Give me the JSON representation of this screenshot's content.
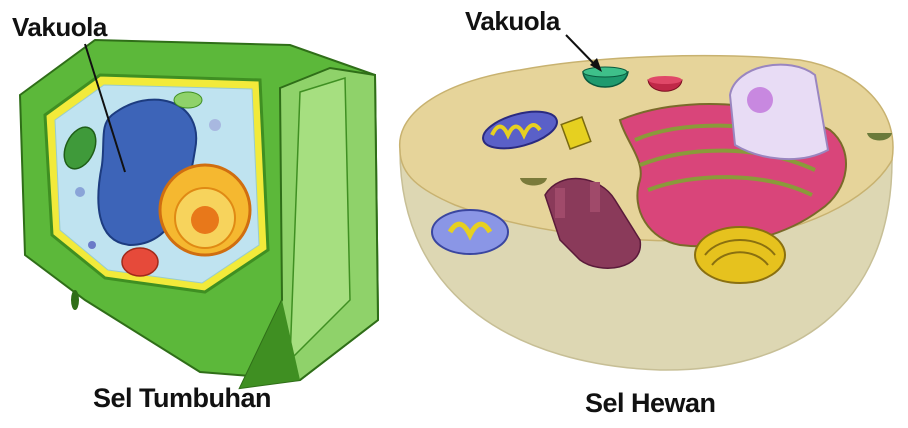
{
  "labels": {
    "plant_vacuole": "Vakuola",
    "animal_vacuole": "Vakuola",
    "plant_cell": "Sel Tumbuhan",
    "animal_cell": "Sel Hewan"
  },
  "colors": {
    "plant_wall": "#5cb83a",
    "plant_wall_dark": "#3f8f22",
    "plant_membrane": "#f2ea3a",
    "plant_cytoplasm": "#bfe3f0",
    "plant_vacuole": "#3d64b8",
    "animal_cytoplasm": "#e6d49a",
    "animal_base": "#ddd7b3",
    "animal_er": "#d9457a",
    "animal_vacuole": "#1f9a6e",
    "nucleus": "#e8dcf5",
    "golgi": "#e6c21e"
  }
}
